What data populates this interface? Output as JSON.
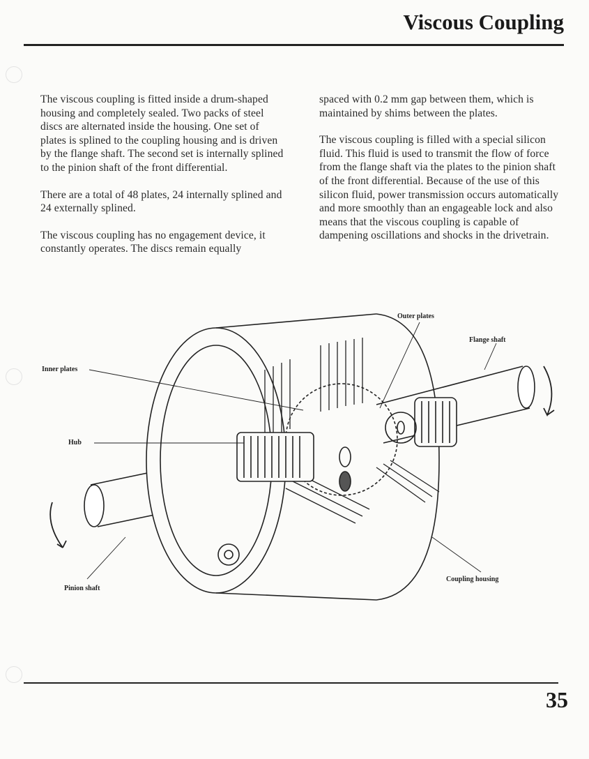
{
  "header": {
    "title": "Viscous Coupling"
  },
  "column_left": [
    "The viscous coupling is fitted inside a drum-shaped housing and completely sealed. Two packs of steel discs are alternated inside the housing. One set of plates is splined to the coupling housing and is driven by the flange shaft. The second set is internally splined to the pinion shaft of the front differential.",
    "There are a total of 48 plates, 24 internally splined and 24 externally splined.",
    "The viscous coupling has no engagement device, it constantly operates. The discs remain equally"
  ],
  "column_right": [
    "spaced with 0.2 mm gap between them, which is maintained by shims between the plates.",
    "The viscous coupling is filled with a special silicon fluid. This fluid is used to transmit the flow of force from the flange shaft via the plates to the pinion shaft of the front differential. Because of the use of this silicon fluid, power transmission occurs automatically and more smoothly than an engageable lock and also means that the viscous coupling is capable of dampening oscillations and shocks in the drivetrain."
  ],
  "figure": {
    "labels": {
      "outer_plates": "Outer plates",
      "flange_shaft": "Flange shaft",
      "inner_plates": "Inner plates",
      "hub": "Hub",
      "pinion_shaft": "Pinion shaft",
      "coupling_housing": "Coupling housing"
    }
  },
  "footer": {
    "page_number": "35"
  }
}
